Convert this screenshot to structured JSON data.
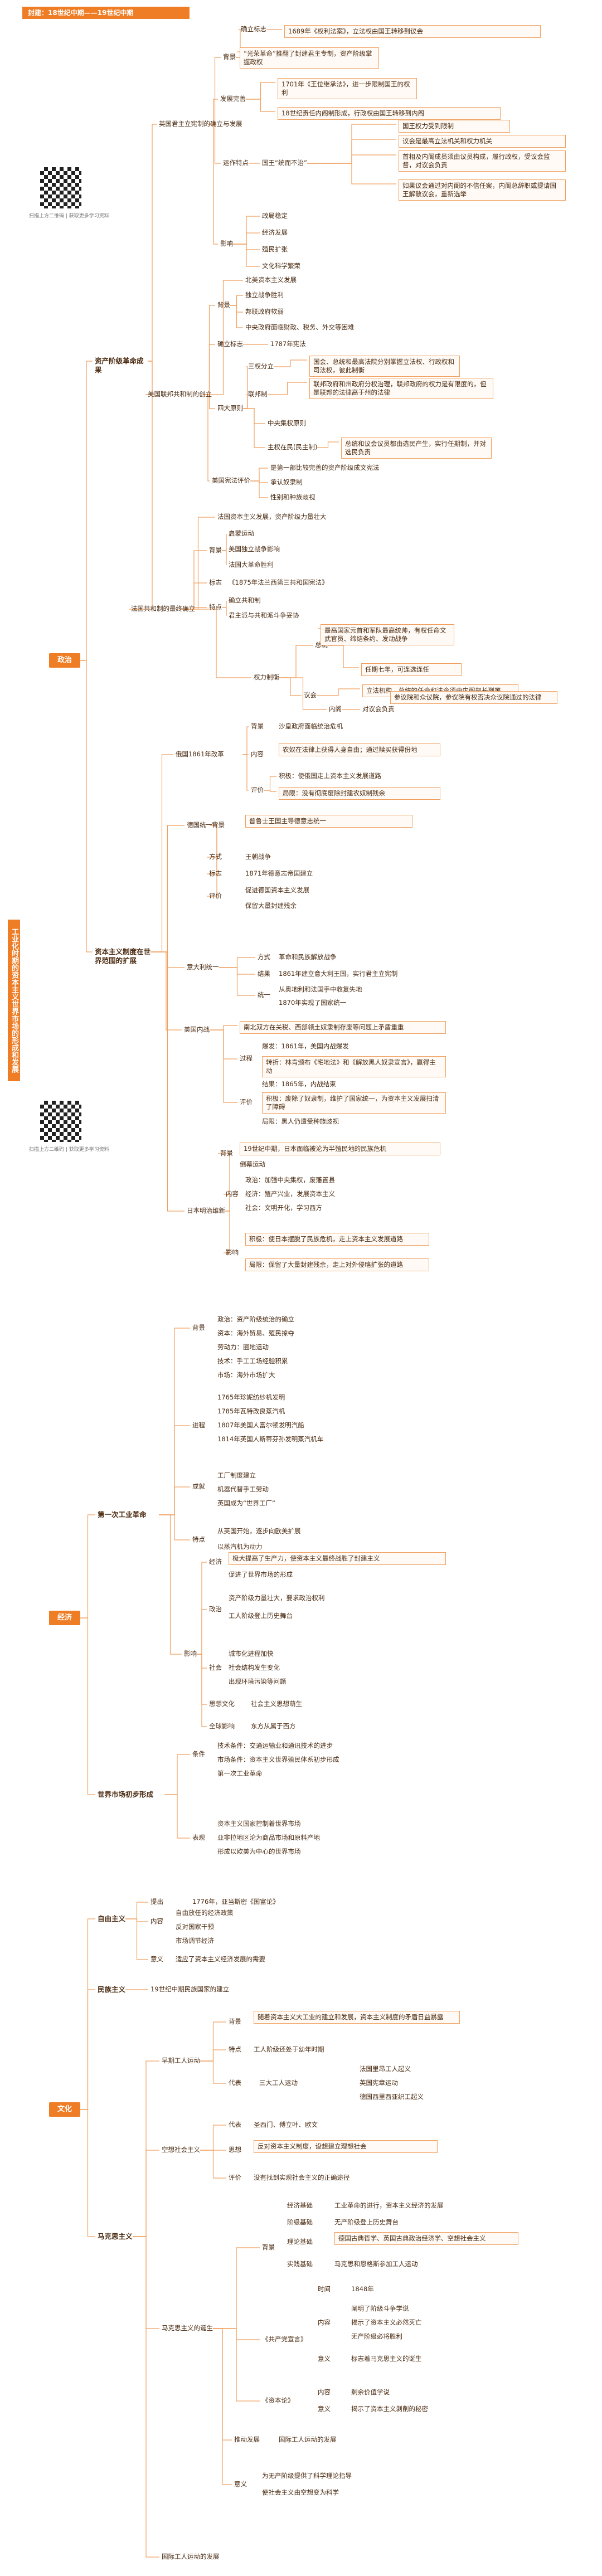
{
  "header": {
    "title": "封建：18世纪中期——19世纪中期"
  },
  "side": {
    "title": "工业化时期的资本主义世界市场的形成和发展"
  },
  "qr": {
    "caption": "扫描上方二维码 | 获取更多学习资料"
  },
  "roots": {
    "politics": "政治",
    "economy": "经济",
    "culture": "文化"
  },
  "politics": {
    "uk_main": "英国君主立宪制的确立与发展",
    "uk_bg": "背景",
    "uk_bg1": "确立标志",
    "uk_bg1_v": "1689年《权利法案》，立法权由国王转移到议会",
    "uk_bg2": "“光荣革命”推翻了封建君主专制，资产阶级掌握政权",
    "uk_dev": "发展完善",
    "uk_dev1": "1701年《王位继承法》，进一步限制国王的权利",
    "uk_dev2": "18世纪责任内阁制形成，行政权由国王转移到内阁",
    "uk_op": "运作特点",
    "uk_op0": "国王“统而不治”",
    "uk_op1": "国王权力受到限制",
    "uk_op2": "议会是最高立法机关和权力机关",
    "uk_op3": "首相及内阁成员须由议员构成，履行政权，受议会监督，对议会负责",
    "uk_op4": "如果议会通过对内阁的不信任案，内阁总辞职或提请国王解散议会，重新选举",
    "uk_inf": "影响",
    "uk_inf1": "政局稳定",
    "uk_inf2": "经济发展",
    "uk_inf3": "殖民扩张",
    "uk_inf4": "文化科学繁荣",
    "us_main": "资产阶级革命成果",
    "us_sub": "美国联邦共和制的创立",
    "us_bg": "背景",
    "us_bg0": "北美资本主义发展",
    "us_bg1": "独立战争胜利",
    "us_bg2": "邦联政府软弱",
    "us_bg3": "中央政府面临财政、税务、外交等困难",
    "us_est": "确立标志",
    "us_est_v": "1787年宪法",
    "us_pr": "四大原则",
    "us_pr1": "三权分立",
    "us_pr1_v": "国会、总统和最高法院分别掌握立法权、行政权和司法权，彼此制衡",
    "us_pr2": "联邦制",
    "us_pr2_v": "联邦政府和州政府分权治理，联邦政府的权力是有限度的，但是联邦的法律高于州的法律",
    "us_pr3": "中央集权原则",
    "us_pr4": "主权在民(民主制)",
    "us_pr4_v": "总统和议会议员都由选民产生，实行任期制，并对选民负责",
    "us_ev": "美国宪法评价",
    "us_ev1": "是第一部比较完善的资产阶级成文宪法",
    "us_ev2": "承认奴隶制",
    "us_ev3": "性别和种族歧视",
    "fr_main": "法国共和制的最终确立",
    "fr_bg0": "法国资本主义发展，资产阶级力量壮大",
    "fr_bg": "背景",
    "fr_bg1": "启蒙运动",
    "fr_bg2": "美国独立战争影响",
    "fr_bg3": "法国大革命胜利",
    "fr_mark": "标志",
    "fr_mark_v": "《1875年法兰西第三共和国宪法》",
    "fr_char": "特点",
    "fr_char1": "确立共和制",
    "fr_char2": "君主派与共和派斗争妥协",
    "fr_pw": "权力制衡",
    "fr_pw0": "总统",
    "fr_pw0a": "最高国家元首和军队最高统帅，有权任命文武官员、缔结条约、发动战争",
    "fr_pw0b": "任期七年，可连选连任",
    "fr_pw1": "议会",
    "fr_pw1_v": "立法机构，总统的任命和法令须由内阁部长副署",
    "fr_pw2": "内阁",
    "fr_pw2_v": "对议会负责",
    "fr_pw3": "参议院和众议院，参议院有权否决众议院通过的法律",
    "cap_main": "资本主义制度在世界范围的扩展",
    "ru_main": "俄国1861年改革",
    "ru_bg": "背景",
    "ru_bg_v": "沙皇政府面临统治危机",
    "ru_ct": "内容",
    "ru_ct_v": "农奴在法律上获得人身自由；通过赎买获得份地",
    "ru_ev": "评价",
    "ru_ev1": "积极：使俄国走上资本主义发展道路",
    "ru_ev2": "局限：没有彻底废除封建农奴制残余",
    "de_main": "德国统一",
    "de_bg": "背景",
    "de_bg_v": "普鲁士王国主导德意志统一",
    "de_way": "方式",
    "de_way_v": "王朝战争",
    "de_mark": "标志",
    "de_mark_v": "1871年德意志帝国建立",
    "de_ev": "评价",
    "de_ev1": "促进德国资本主义发展",
    "de_ev2": "保留大量封建残余",
    "it_main": "意大利统一",
    "it_way": "方式",
    "it_way_v": "革命和民族解放战争",
    "it_res": "结果",
    "it_res_v": "1861年建立意大利王国，实行君主立宪制",
    "it_uni": "统一",
    "it_uni_v1": "从奥地利和法国手中收复失地",
    "it_uni_v2": "1870年实现了国家统一",
    "us_civ": "美国内战",
    "us_civ_bg": "南北双方在关税、西部领土奴隶制存废等问题上矛盾重重",
    "us_civ_p": "过程",
    "us_civ_p1": "爆发：1861年，美国内战爆发",
    "us_civ_p2": "转折：林肯颁布《宅地法》和《解放黑人奴隶宣言》，赢得主动",
    "us_civ_p3": "结果：1865年，内战结束",
    "us_civ_e": "评价",
    "us_civ_e1": "积极：废除了奴隶制，维护了国家统一，为资本主义发展扫清了障碍",
    "us_civ_e2": "局限：黑人仍遭受种族歧视",
    "jp_main": "日本明治维新",
    "jp_bg": "背景",
    "jp_bg1": "19世纪中期，日本面临被沦为半殖民地的民族危机",
    "jp_bg2": "倒幕运动",
    "jp_ct": "内容",
    "jp_ct1": "政治：加强中央集权，废藩置县",
    "jp_ct2": "经济：殖产兴业，发展资本主义",
    "jp_ct3": "社会：文明开化，学习西方",
    "jp_inf": "影响",
    "jp_inf1": "积极：使日本摆脱了民族危机，走上资本主义发展道路",
    "jp_inf2": "局限：保留了大量封建残余，走上对外侵略扩张的道路"
  },
  "economy": {
    "ir1_main": "第一次工业革命",
    "ir1_bg": "背景",
    "ir1_bg1": "政治：资产阶级统治的确立",
    "ir1_bg2": "资本：海外贸易、殖民掠夺",
    "ir1_bg3": "劳动力：圈地运动",
    "ir1_bg4": "技术：手工工场经验积累",
    "ir1_bg5": "市场：海外市场扩大",
    "ir1_pro": "进程",
    "ir1_pro1": "1765年珍妮纺纱机发明",
    "ir1_pro2": "1785年瓦特改良蒸汽机",
    "ir1_pro3": "1807年美国人富尔顿发明汽船",
    "ir1_pro4": "1814年英国人斯蒂芬孙发明蒸汽机车",
    "ir1_ach": "成就",
    "ir1_ach1": "工厂制度建立",
    "ir1_ach2": "机器代替手工劳动",
    "ir1_ach3": "英国成为“世界工厂”",
    "ir1_ch": "特点",
    "ir1_ch1": "从英国开始，逐步向欧美扩展",
    "ir1_ch2": "以蒸汽机为动力",
    "ir1_inf": "影响",
    "ir1_inf_e": "经济",
    "ir1_inf_e1": "极大提高了生产力，使资本主义最终战胜了封建主义",
    "ir1_inf_e2": "促进了世界市场的形成",
    "ir1_inf_p": "政治",
    "ir1_inf_p1": "资产阶级力量壮大，要求政治权利",
    "ir1_inf_p2": "工人阶级登上历史舞台",
    "ir1_inf_s": "社会",
    "ir1_inf_s1": "城市化进程加快",
    "ir1_inf_s2": "社会结构发生变化",
    "ir1_inf_s3": "出现环境污染等问题",
    "ir1_inf_t": "思想文化",
    "ir1_inf_t1": "社会主义思想萌生",
    "ir1_inf_w": "全球影响",
    "ir1_inf_w1": "东方从属于西方",
    "mk_main": "世界市场初步形成",
    "mk_cond": "条件",
    "mk_cond1": "技术条件：交通运输业和通讯技术的进步",
    "mk_cond2": "市场条件：资本主义世界殖民体系初步形成",
    "mk_cond3": "第一次工业革命",
    "mk_show": "表现",
    "mk_show1": "资本主义国家控制着世界市场",
    "mk_show2": "亚非拉地区沦为商品市场和原料产地",
    "mk_show3": "形成以欧美为中心的世界市场"
  },
  "culture": {
    "fr_main": "自由主义",
    "fr_prop": "提出",
    "fr_prop_v": "1776年，亚当斯密《国富论》",
    "fr_ct": "内容",
    "fr_ct1": "自由放任的经济政策",
    "fr_ct2": "反对国家干预",
    "fr_ct3": "市场调节经济",
    "fr_sig": "意义",
    "fr_sig_v": "适应了资本主义经济发展的需要",
    "nat_main": "民族主义",
    "nat_v": "19世纪中期民族国家的建立",
    "soc_main": "马克思主义",
    "soc_early": "早期工人运动",
    "soc_early_bg": "背景",
    "soc_early_bg1": "随着资本主义大工业的建立和发展，资本主义制度的矛盾日益暴露",
    "soc_early_ch": "特点",
    "soc_early_ch1": "工人阶级还处于幼年时期",
    "soc_early_rep": "代表",
    "soc_early_rep1": "三大工人运动",
    "soc_early_rep1a": "法国里昂工人起义",
    "soc_early_rep1b": "英国宪章运动",
    "soc_early_rep1c": "德国西里西亚织工起义",
    "soc_uto": "空想社会主义",
    "soc_uto_rep": "代表",
    "soc_uto_rep1": "圣西门、傅立叶、欧文",
    "soc_uto_th": "思想",
    "soc_uto_th1": "反对资本主义制度，设想建立理想社会",
    "soc_uto_ev": "评价",
    "soc_uto_ev1": "没有找到实现社会主义的正确途径",
    "mx_birth": "马克思主义的诞生",
    "mx_bg": "背景",
    "mx_bg1": "经济基础",
    "mx_bg1a": "工业革命的进行，资本主义经济的发展",
    "mx_bg2": "阶级基础",
    "mx_bg2a": "无产阶级登上历史舞台",
    "mx_bg3": "理论基础",
    "mx_bg3a": "德国古典哲学、英国古典政治经济学、空想社会主义",
    "mx_bg4": "实践基础",
    "mx_bg4a": "马克思和恩格斯参加工人运动",
    "mx_man": "《共产党宣言》",
    "mx_man_t": "时间",
    "mx_man_t1": "1848年",
    "mx_man_ct": "内容",
    "mx_man_ct1": "阐明了阶级斗争学说",
    "mx_man_ct2": "揭示了资本主义必然灭亡",
    "mx_man_ct3": "无产阶级必将胜利",
    "mx_man_sig": "意义",
    "mx_man_sig1": "标志着马克思主义的诞生",
    "mx_cap": "《资本论》",
    "mx_cap_ct": "内容",
    "mx_cap_ct1": "剩余价值学说",
    "mx_cap_sig": "意义",
    "mx_cap_sig1": "揭示了资本主义剥削的秘密",
    "mx_dev": "推动发展",
    "mx_dev1": "国际工人运动的发展",
    "mx_sig": "意义",
    "mx_sig1": "为无产阶级提供了科学理论指导",
    "mx_sig2": "使社会主义由空想变为科学",
    "mx_int": "国际工人运动的发展"
  }
}
